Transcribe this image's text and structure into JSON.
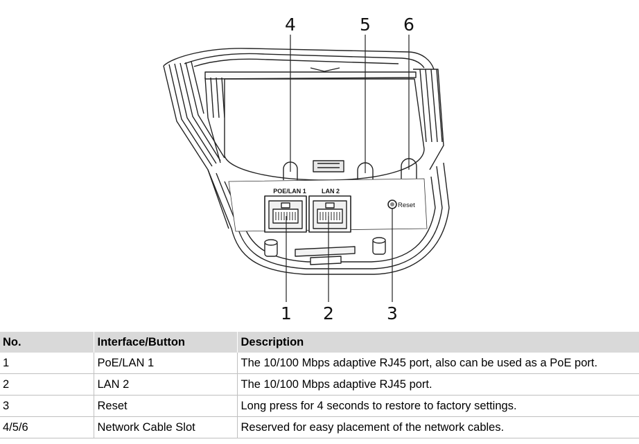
{
  "figure": {
    "callouts": [
      "4",
      "5",
      "6",
      "1",
      "2",
      "3"
    ],
    "port_labels": [
      "POE/LAN 1",
      "LAN 2"
    ],
    "reset_label": "Reset"
  },
  "table": {
    "headers": [
      "No.",
      "Interface/Button",
      "Description"
    ],
    "rows": [
      {
        "no": "1",
        "interface": "PoE/LAN 1",
        "description": "The 10/100 Mbps adaptive RJ45 port, also can be used as a PoE port."
      },
      {
        "no": "2",
        "interface": "LAN 2",
        "description": "The 10/100 Mbps adaptive RJ45 port."
      },
      {
        "no": "3",
        "interface": "Reset",
        "description": "Long press for 4 seconds to restore to factory settings."
      },
      {
        "no": "4/5/6",
        "interface": "Network Cable Slot",
        "description": "Reserved for easy placement of the network cables."
      }
    ]
  }
}
